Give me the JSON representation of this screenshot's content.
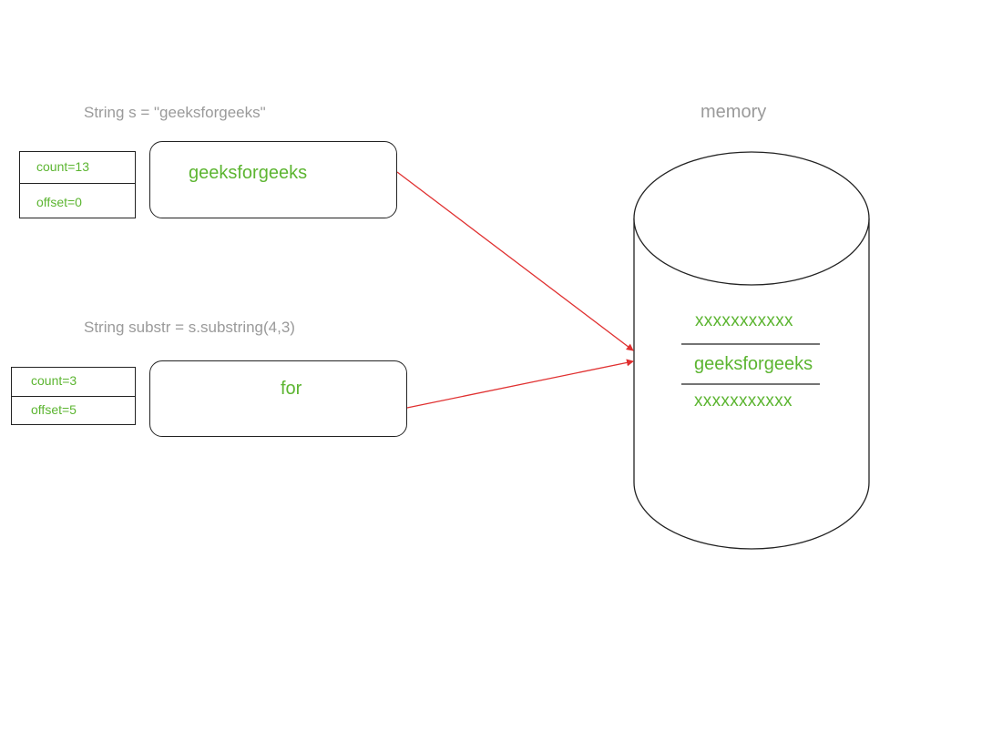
{
  "headings": {
    "string_s": "String s = \"geeksforgeeks\"",
    "string_substr": "String substr = s.substring(4,3)",
    "memory": "memory"
  },
  "string_s": {
    "count": "count=13",
    "offset": "offset=0",
    "value": "geeksforgeeks"
  },
  "substr": {
    "count": "count=3",
    "offset": "offset=5",
    "value": "for"
  },
  "memory": {
    "rows": [
      "xxxxxxxxxxx",
      "geeksforgeeks",
      "xxxxxxxxxxx"
    ]
  },
  "colors": {
    "text_green": "#5cb531",
    "heading_gray": "#9a9a9a",
    "arrow_red": "#e03030",
    "outline": "#222222"
  }
}
